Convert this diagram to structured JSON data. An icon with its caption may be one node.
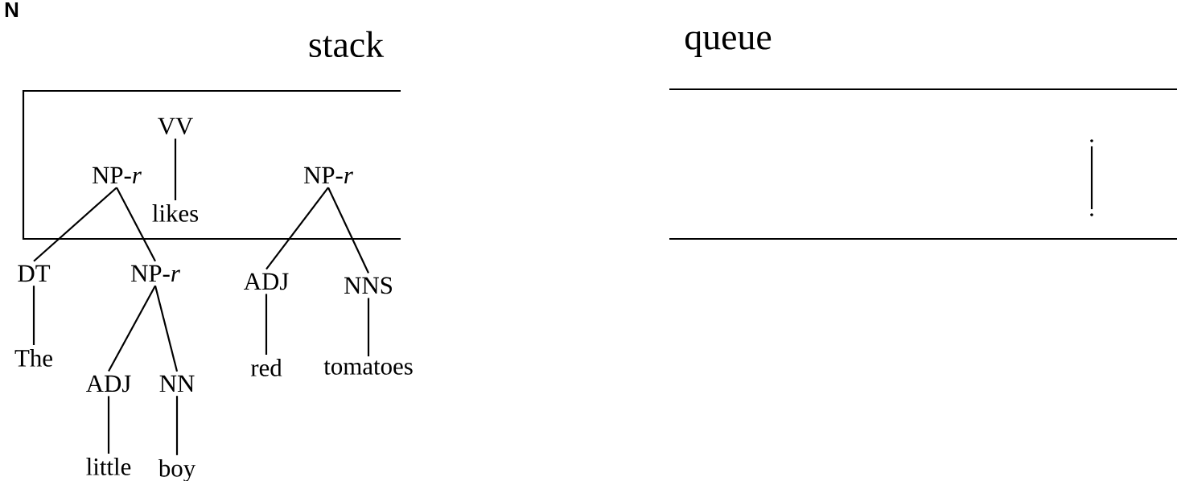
{
  "diagram": {
    "nodes": [
      {
        "text": [
          "stack"
        ]
      },
      {
        "text": [
          "queue"
        ]
      },
      {
        "text": [
          "VV"
        ],
        "in": 0
      },
      {
        "text": [
          "NP-*r*"
        ],
        "in": 0
      },
      {
        "text": [
          "likes"
        ],
        "in": 0
      },
      {
        "text": [
          "NP-*r*"
        ],
        "in": 0
      },
      {
        "text": [
          "."
        ],
        "in": 1
      },
      {
        "text": [
          "."
        ],
        "in": 1
      },
      {
        "text": [
          "DT"
        ]
      },
      {
        "text": [
          "NP-*r*"
        ]
      },
      {
        "text": [
          "ADJ"
        ]
      },
      {
        "text": [
          "NNS"
        ]
      },
      {
        "text": [
          "The"
        ]
      },
      {
        "text": [
          "red"
        ]
      },
      {
        "text": [
          "tomatoes"
        ]
      },
      {
        "text": [
          "ADJ"
        ]
      },
      {
        "text": [
          "NN"
        ]
      },
      {
        "text": [
          "little"
        ]
      },
      {
        "text": [
          "boy"
        ]
      }
    ],
    "edges": [
      {
        "from": 2,
        "to": 4,
        "arrow": "none"
      },
      {
        "from": 3,
        "to": 8,
        "arrow": "none"
      },
      {
        "from": 3,
        "to": 9,
        "arrow": "none"
      },
      {
        "from": 5,
        "to": 10,
        "arrow": "none"
      },
      {
        "from": 5,
        "to": 11,
        "arrow": "none"
      },
      {
        "from": 6,
        "to": 7,
        "arrow": "none"
      },
      {
        "from": 8,
        "to": 12,
        "arrow": "none"
      },
      {
        "from": 9,
        "to": 15,
        "arrow": "none"
      },
      {
        "from": 9,
        "to": 16,
        "arrow": "none"
      },
      {
        "from": 10,
        "to": 13,
        "arrow": "none"
      },
      {
        "from": 11,
        "to": 14,
        "arrow": "none"
      },
      {
        "from": 15,
        "to": 17,
        "arrow": "none"
      },
      {
        "from": 16,
        "to": 18,
        "arrow": "none"
      }
    ],
    "labels": [
      "N"
    ]
  }
}
